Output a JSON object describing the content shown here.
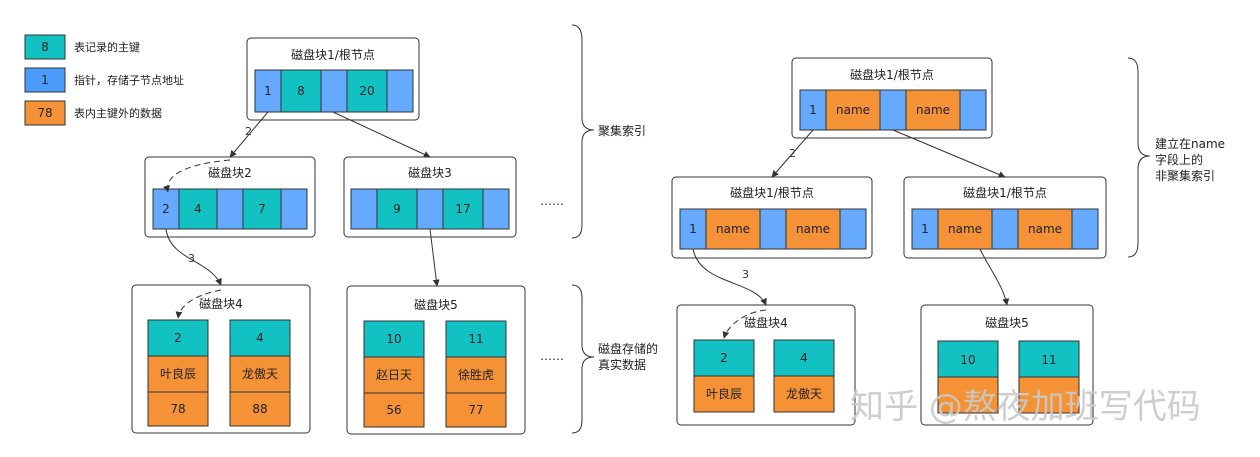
{
  "colors": {
    "key": "#12c2c2",
    "pointer": "#66aaff",
    "data": "#f59235",
    "border": "#333333"
  },
  "legend": [
    {
      "swatch": "8",
      "text": "表记录的主键",
      "kind": "key"
    },
    {
      "swatch": "1",
      "text": "指针，存储子节点地址",
      "kind": "pointer"
    },
    {
      "swatch": "78",
      "text": "表内主键外的数据",
      "kind": "data"
    }
  ],
  "left": {
    "root": {
      "title": "磁盘块1/根节点",
      "cells": [
        "1",
        "8",
        "",
        "20",
        ""
      ]
    },
    "block2": {
      "title": "磁盘块2",
      "cells": [
        "2",
        "4",
        "",
        "7",
        ""
      ]
    },
    "block3": {
      "title": "磁盘块3",
      "cells": [
        "",
        "9",
        "",
        "17",
        ""
      ]
    },
    "block4": {
      "title": "磁盘块4",
      "rows": [
        [
          "2",
          "叶良辰",
          "78"
        ],
        [
          "4",
          "龙傲天",
          "88"
        ]
      ]
    },
    "block5": {
      "title": "磁盘块5",
      "rows": [
        [
          "10",
          "赵日天",
          "56"
        ],
        [
          "11",
          "徐胜虎",
          "77"
        ]
      ]
    },
    "edge_labels": [
      "2",
      "3"
    ],
    "ellipsis": [
      "……",
      "……"
    ],
    "brace_upper": "聚集索引",
    "brace_lower": [
      "磁盘存储的",
      "真实数据"
    ]
  },
  "right": {
    "root": {
      "title": "磁盘块1/根节点",
      "cells": [
        "1",
        "name",
        "",
        "name",
        ""
      ]
    },
    "child_left": {
      "title": "磁盘块1/根节点",
      "cells": [
        "1",
        "name",
        "",
        "name",
        ""
      ]
    },
    "child_right": {
      "title": "磁盘块1/根节点",
      "cells": [
        "1",
        "name",
        "",
        "name",
        ""
      ]
    },
    "block4": {
      "title": "磁盘块4",
      "rows": [
        [
          "2",
          "叶良辰"
        ],
        [
          "4",
          "龙傲天"
        ]
      ]
    },
    "block5": {
      "title": "磁盘块5",
      "rows": [
        [
          "10",
          ""
        ],
        [
          "11",
          ""
        ]
      ]
    },
    "edge_labels": [
      "2",
      "3"
    ],
    "brace_text": [
      "建立在name",
      "字段上的",
      "非聚集索引"
    ]
  },
  "watermark": "知乎 @熬夜加班写代码"
}
